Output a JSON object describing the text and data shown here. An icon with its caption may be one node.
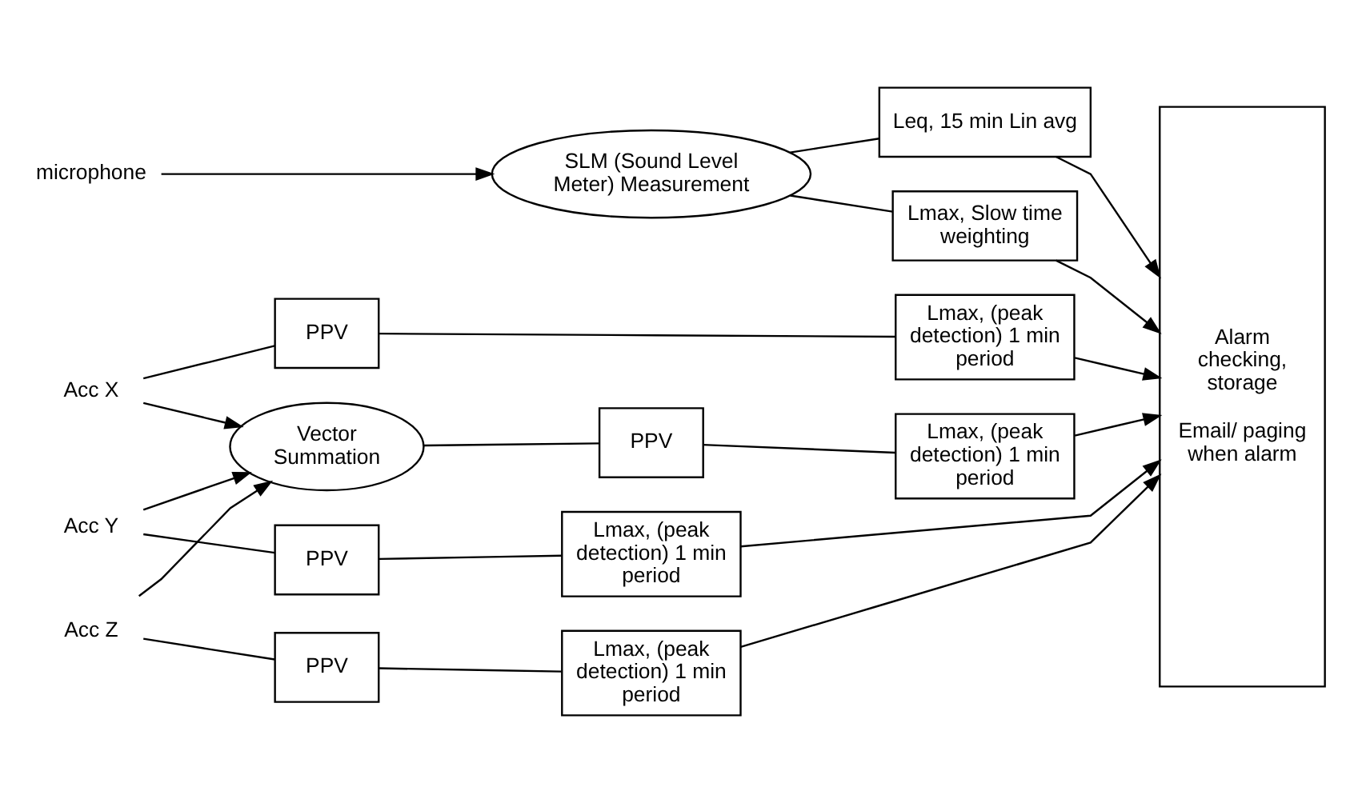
{
  "diagram": {
    "nodes": [
      {
        "text": [
          "microphone"
        ]
      },
      {
        "text": [
          "SLM (Sound Level Meter) Measurement"
        ]
      },
      {
        "text": [
          "Leq, 15 min Lin avg"
        ]
      },
      {
        "text": [
          "Lmax, Slow time weighting"
        ]
      },
      {
        "text": [
          "Acc X"
        ]
      },
      {
        "text": [
          "Acc Y"
        ]
      },
      {
        "text": [
          "Acc Z"
        ]
      },
      {
        "text": [
          "PPV"
        ]
      },
      {
        "text": [
          "Lmax, (peak detection) 1 min period"
        ]
      },
      {
        "text": [
          "PPV"
        ]
      },
      {
        "text": [
          "Lmax, (peak detection) 1 min period"
        ]
      },
      {
        "text": [
          "PPV"
        ]
      },
      {
        "text": [
          "Lmax, (peak detection) 1 min period"
        ]
      },
      {
        "text": [
          "Vector Summation"
        ]
      },
      {
        "text": [
          "PPV"
        ]
      },
      {
        "text": [
          "Lmax, (peak detection) 1 min period"
        ]
      },
      {
        "text": [
          "Alarm checking, storage",
          "Email/ paging when alarm"
        ]
      }
    ],
    "edges": [
      {
        "from": 0,
        "to": 1,
        "arrow": "to"
      },
      {
        "from": 1,
        "to": 2,
        "arrow": "none"
      },
      {
        "from": 1,
        "to": 3,
        "arrow": "none"
      },
      {
        "from": 2,
        "to": 16,
        "arrow": "to"
      },
      {
        "from": 3,
        "to": 16,
        "arrow": "to"
      },
      {
        "from": 4,
        "to": 7,
        "arrow": "none"
      },
      {
        "from": 7,
        "to": 8,
        "arrow": "none"
      },
      {
        "from": 8,
        "to": 16,
        "arrow": "to"
      },
      {
        "from": 5,
        "to": 9,
        "arrow": "none"
      },
      {
        "from": 9,
        "to": 10,
        "arrow": "none"
      },
      {
        "from": 10,
        "to": 16,
        "arrow": "to"
      },
      {
        "from": 6,
        "to": 11,
        "arrow": "none"
      },
      {
        "from": 11,
        "to": 12,
        "arrow": "none"
      },
      {
        "from": 12,
        "to": 16,
        "arrow": "to"
      },
      {
        "from": 4,
        "to": 13,
        "arrow": "to"
      },
      {
        "from": 5,
        "to": 13,
        "arrow": "to"
      },
      {
        "from": 6,
        "to": 13,
        "arrow": "to"
      },
      {
        "from": 13,
        "to": 14,
        "arrow": "none"
      },
      {
        "from": 14,
        "to": 15,
        "arrow": "none"
      },
      {
        "from": 15,
        "to": 16,
        "arrow": "to"
      }
    ]
  }
}
